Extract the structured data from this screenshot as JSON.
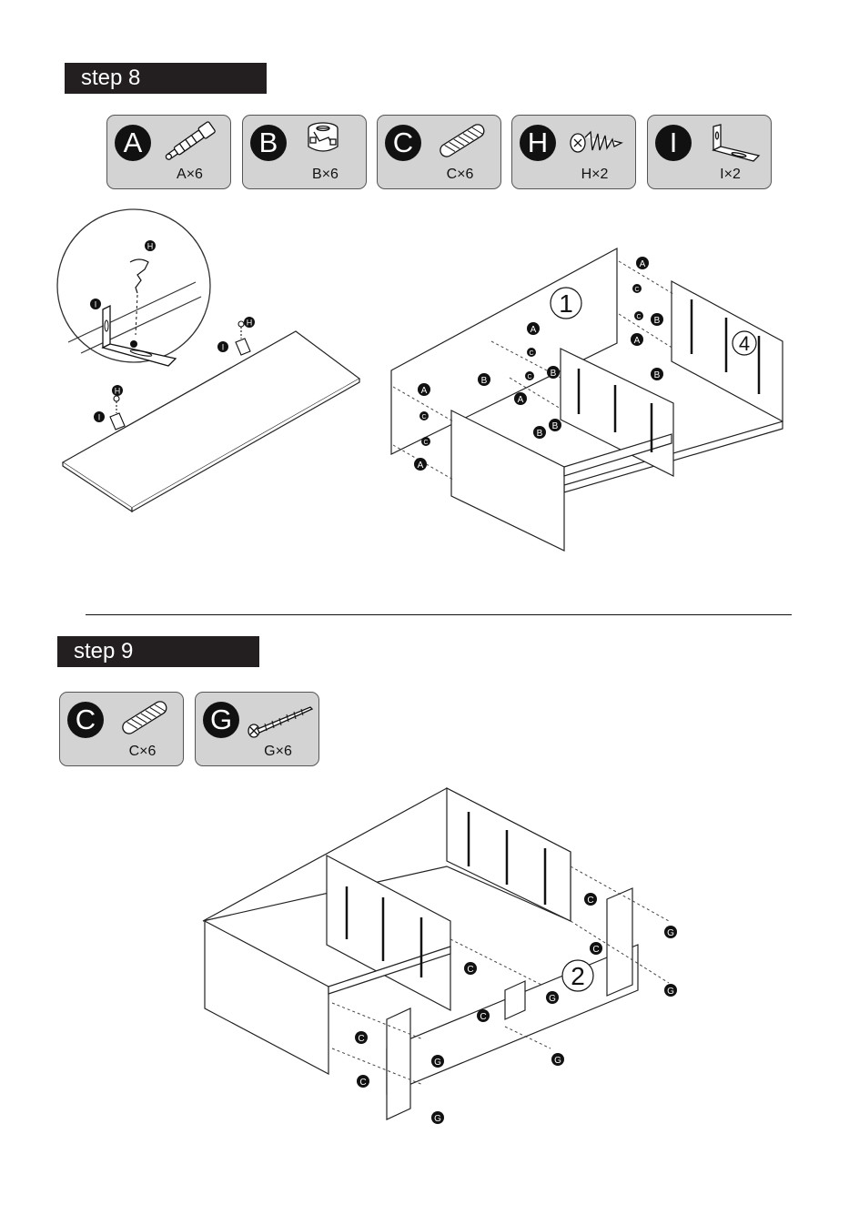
{
  "step8": {
    "title": "step 8",
    "parts": [
      {
        "letter": "A",
        "qty": "A×6",
        "icon": "cam-bolt-icon"
      },
      {
        "letter": "B",
        "qty": "B×6",
        "icon": "cam-lock-icon"
      },
      {
        "letter": "C",
        "qty": "C×6",
        "icon": "wooden-dowel-icon"
      },
      {
        "letter": "H",
        "qty": "H×2",
        "icon": "wall-anchor-screw-icon"
      },
      {
        "letter": "I",
        "qty": "I×2",
        "icon": "l-bracket-icon"
      }
    ],
    "panel_numbers": {
      "first": "1",
      "second": "4"
    }
  },
  "step9": {
    "title": "step 9",
    "parts": [
      {
        "letter": "C",
        "qty": "C×6",
        "icon": "wooden-dowel-icon"
      },
      {
        "letter": "G",
        "qty": "G×6",
        "icon": "wood-screw-icon"
      }
    ],
    "panel_numbers": {
      "first": "2"
    }
  },
  "callouts": {
    "A": "A",
    "B": "B",
    "C": "C",
    "G": "G",
    "H": "H",
    "I": "I"
  },
  "colors": {
    "label_bg": "#231f20",
    "card_bg": "#d3d3d3",
    "line": "#111111"
  }
}
